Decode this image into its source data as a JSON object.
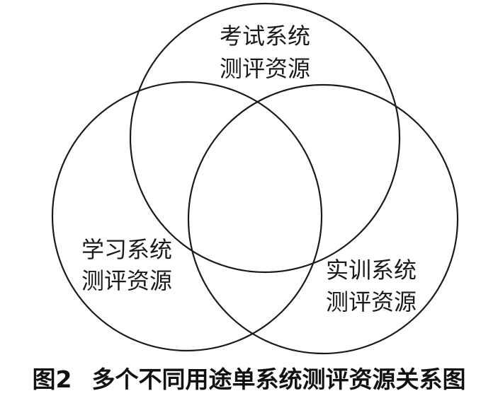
{
  "diagram": {
    "sets": [
      {
        "id": "exam",
        "lines": [
          "考试系统",
          "测评资源"
        ]
      },
      {
        "id": "learn",
        "lines": [
          "学习系统",
          "测评资源"
        ]
      },
      {
        "id": "practice",
        "lines": [
          "实训系统",
          "测评资源"
        ]
      }
    ]
  },
  "caption": {
    "number": "图2",
    "text": "多个不同用途单系统测评资源关系图"
  }
}
